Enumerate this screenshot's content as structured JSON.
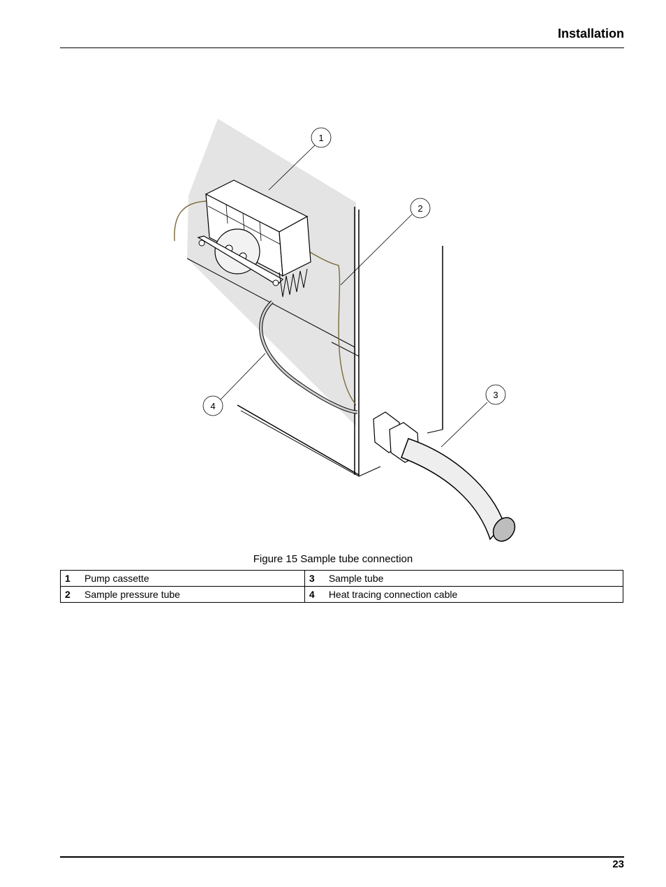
{
  "header": {
    "section_title": "Installation"
  },
  "figure": {
    "callouts": [
      "1",
      "2",
      "3",
      "4"
    ],
    "caption": "Figure 15 Sample tube connection"
  },
  "legend": {
    "rows": [
      {
        "left_num": "1",
        "left_label": "Pump cassette",
        "right_num": "3",
        "right_label": "Sample tube"
      },
      {
        "left_num": "2",
        "left_label": "Sample pressure tube",
        "right_num": "4",
        "right_label": "Heat tracing connection cable"
      }
    ]
  },
  "footer": {
    "page_number": "23"
  }
}
